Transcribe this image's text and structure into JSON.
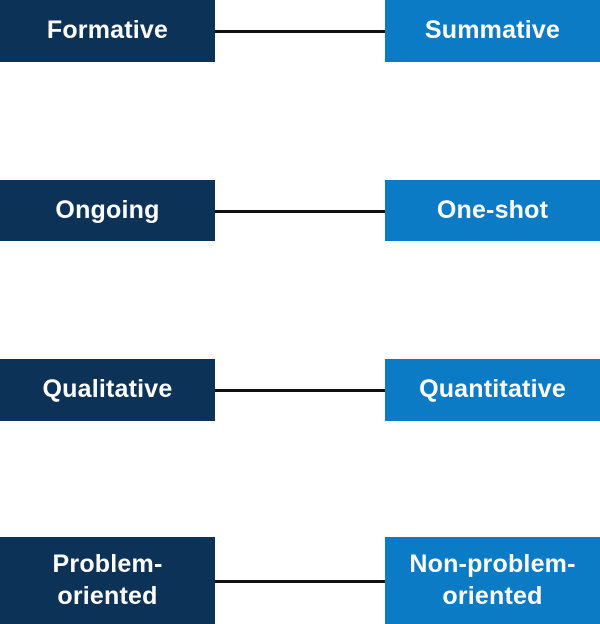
{
  "colors": {
    "left_box": "#0d3258",
    "right_box": "#0c7bc5",
    "connector": "#111111"
  },
  "pairs": [
    {
      "left": "Formative",
      "right": "Summative"
    },
    {
      "left": "Ongoing",
      "right": "One-shot"
    },
    {
      "left": "Qualitative",
      "right": "Quantitative"
    },
    {
      "left": "Problem-\noriented",
      "right": "Non-problem-\noriented"
    }
  ]
}
